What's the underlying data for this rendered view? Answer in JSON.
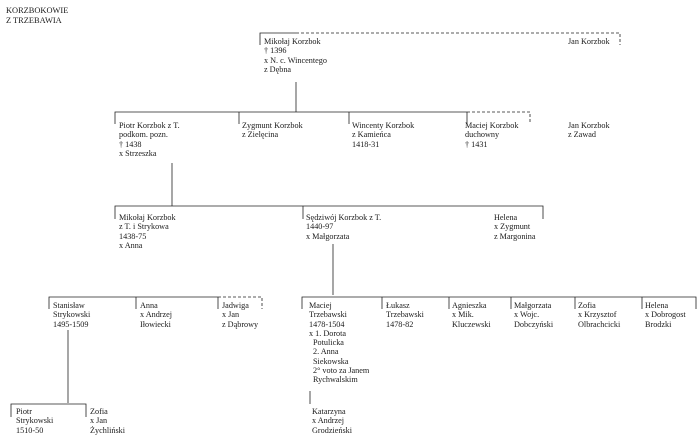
{
  "title": [
    "KORZBOKOWIE",
    "Z TRZEBAWIA"
  ],
  "persons": {
    "mikolaj": [
      "Mikołaj Korzbok",
      "† 1396",
      "x N. c. Wincentego",
      "z Dębna"
    ],
    "jan1": [
      "Jan Korzbok"
    ],
    "piotr": [
      "Piotr Korzbok z T.",
      "podkom. pozn.",
      "† 1438",
      "x Strzeszka"
    ],
    "zygmunt": [
      "Zygmunt Korzbok",
      "z Zielęcina"
    ],
    "wincenty": [
      "Wincenty Korzbok",
      "z Kamieńca",
      "1418-31"
    ],
    "maciej_d": [
      "Maciej Korzbok",
      "duchowny",
      "† 1431"
    ],
    "jan2": [
      "Jan Korzbok",
      "z Zawad"
    ],
    "mikolaj2": [
      "Mikołaj Korzbok",
      "z T. i Strykowa",
      "1438-75",
      "x Anna"
    ],
    "sedziwoj": [
      "Sędziwój Korzbok z T.",
      "1440-97",
      "x Małgorzata"
    ],
    "helena1": [
      "Helena",
      "x Zygmunt",
      "z Margonina"
    ],
    "stanislaw": [
      "Stanisław",
      "Strykowski",
      "1495-1509"
    ],
    "anna": [
      "Anna",
      "x Andrzej",
      "Iłowiecki"
    ],
    "jadwiga": [
      "Jadwiga",
      "x Jan",
      "z Dąbrowy"
    ],
    "maciej_t": [
      "Maciej",
      "Trzebawski",
      "1478-1504",
      "x 1. Dorota",
      "Potulicka",
      "2. Anna",
      "Siekowska",
      "2° voto za Janem",
      "Rychwalskim"
    ],
    "lukasz": [
      "Łukasz",
      "Trzebawski",
      "1478-82"
    ],
    "agnieszka": [
      "Agnieszka",
      "x Mik.",
      "Kluczewski"
    ],
    "malgorzata": [
      "Małgorzata",
      "x Wojc.",
      "Dobczyński"
    ],
    "zofia1": [
      "Zofia",
      "x Krzysztof",
      "Olbrachcicki"
    ],
    "helena2": [
      "Helena",
      "x Dobrogost",
      "Brodzki"
    ],
    "piotr_s": [
      "Piotr",
      "Strykowski",
      "1510-50"
    ],
    "zofia2": [
      "Zofia",
      "x Jan",
      "Żychliński"
    ],
    "katarzyna": [
      "Katarzyna",
      "x Andrzej",
      "Grodzieński"
    ]
  }
}
